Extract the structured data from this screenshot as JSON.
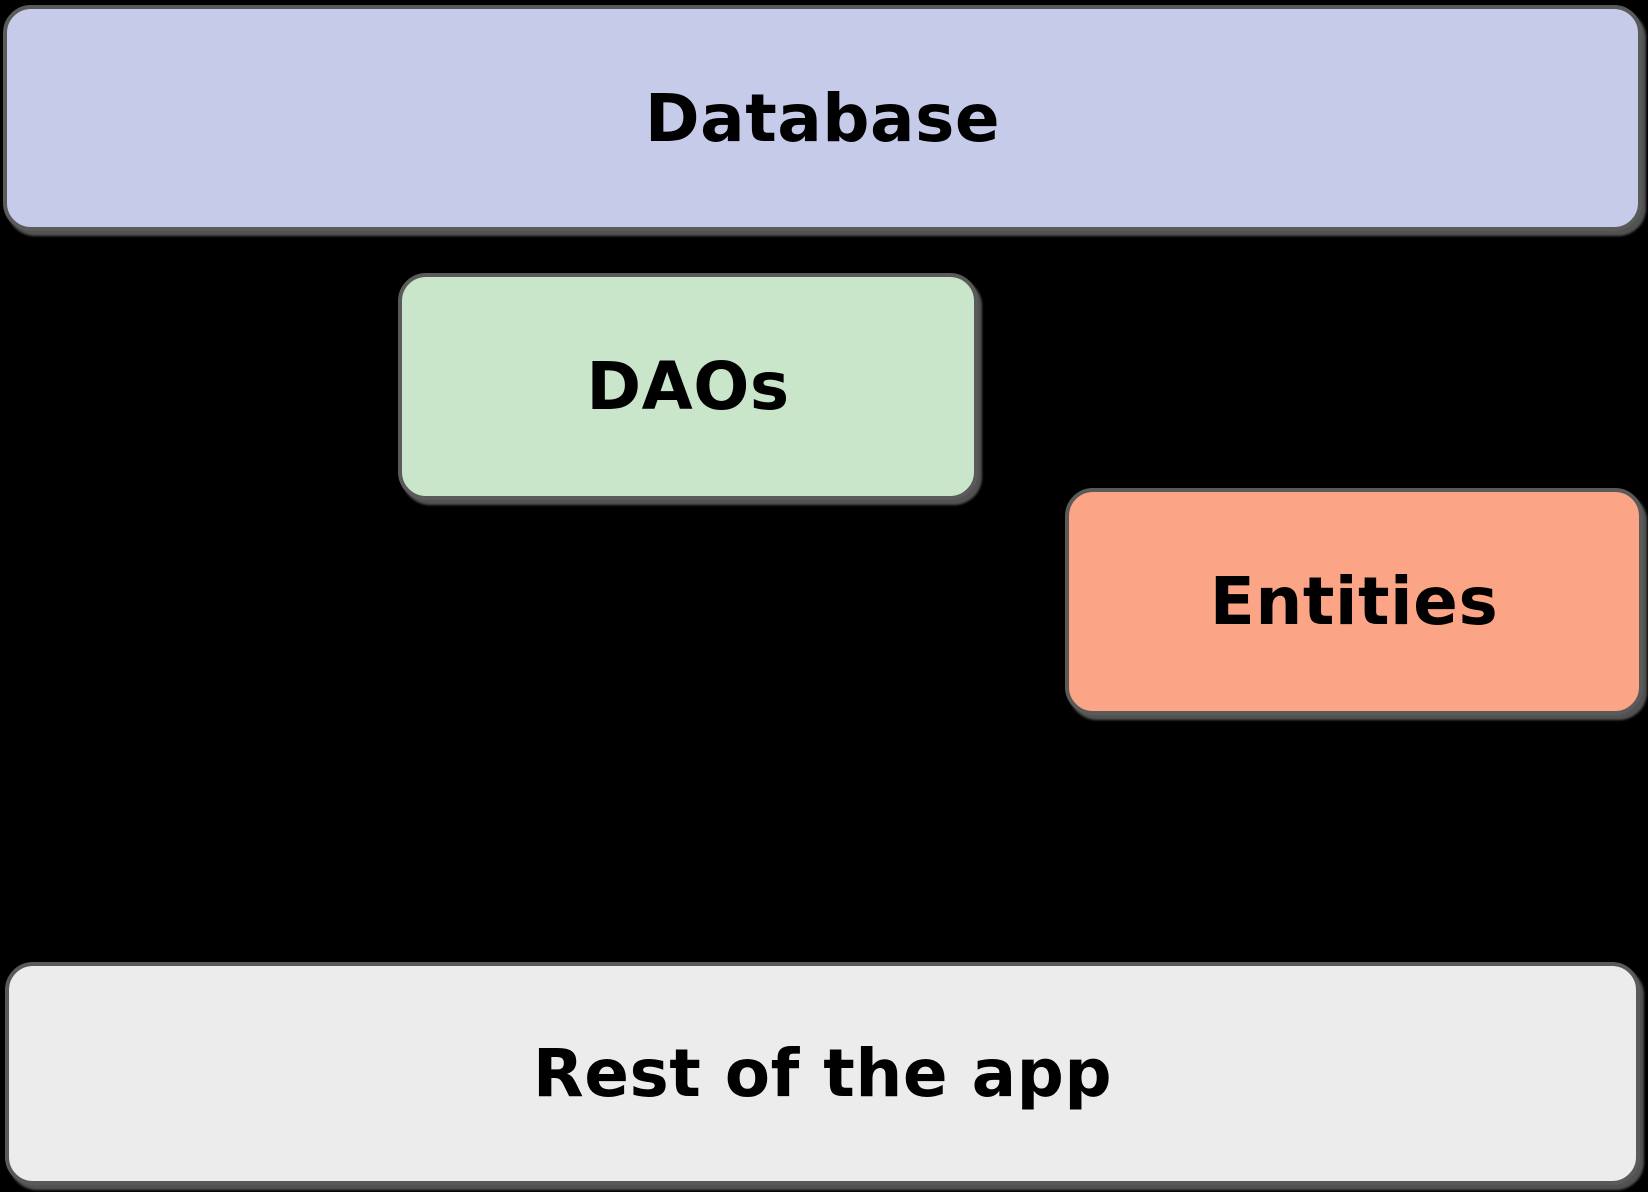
{
  "canvas": {
    "background_color": "#000000",
    "border_color": "#5a5a5a",
    "text_color": "#000000"
  },
  "boxes": [
    {
      "id": "database",
      "label": "Database",
      "fill": "#c7cbea"
    },
    {
      "id": "daos",
      "label": "DAOs",
      "fill": "#c9e5ca"
    },
    {
      "id": "entities",
      "label": "Entities",
      "fill": "#fca586"
    },
    {
      "id": "rest-of-the-app",
      "label": "Rest of the app",
      "fill": "#ececec"
    }
  ]
}
